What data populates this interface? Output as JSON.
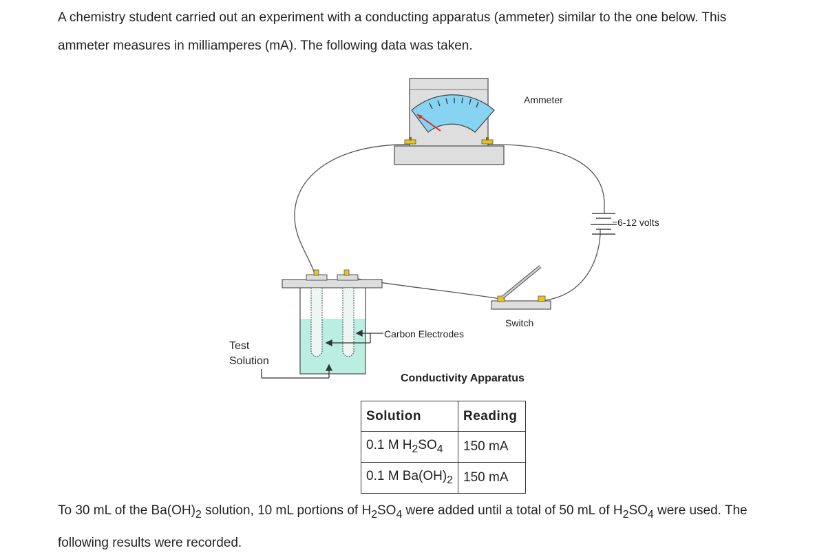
{
  "intro": {
    "line1": "A chemistry student carried out an experiment with a conducting apparatus (ammeter) similar to the one below. This",
    "line2": "ammeter measures in milliamperes (mA). The following data was taken."
  },
  "diagram": {
    "ammeter_label": "Ammeter",
    "battery_label": "6-12 volts",
    "switch_label": "Switch",
    "electrodes_label": "Carbon Electrodes",
    "test_label_1": "Test",
    "test_label_2": "Solution",
    "caption": "Conductivity Apparatus",
    "colors": {
      "solution": "#b9eee0",
      "meter_face": "#86d4f2",
      "needle": "#d9302c",
      "terminal": "#e8c41c",
      "housing": "#dedede"
    }
  },
  "table": {
    "headers": [
      "Solution",
      "Reading"
    ],
    "rows": [
      {
        "solution_prefix": "0.1 M H",
        "solution_sub1": "2",
        "solution_mid": "SO",
        "solution_sub2": "4",
        "reading": "150 mA"
      },
      {
        "solution_prefix": "0.1 M Ba(OH)",
        "solution_sub1": "2",
        "reading": "150 mA"
      }
    ]
  },
  "outro": {
    "p1": "To 30 mL of the Ba(OH)",
    "s1": "2",
    "p2": " solution, 10 mL portions of H",
    "s2": "2",
    "p3": "SO",
    "s3": "4",
    "p4": " were added until a total of 50 mL of H",
    "s4": "2",
    "p5": "SO",
    "s5": "4",
    "p6": " were used. The",
    "line2": "following results were recorded."
  }
}
